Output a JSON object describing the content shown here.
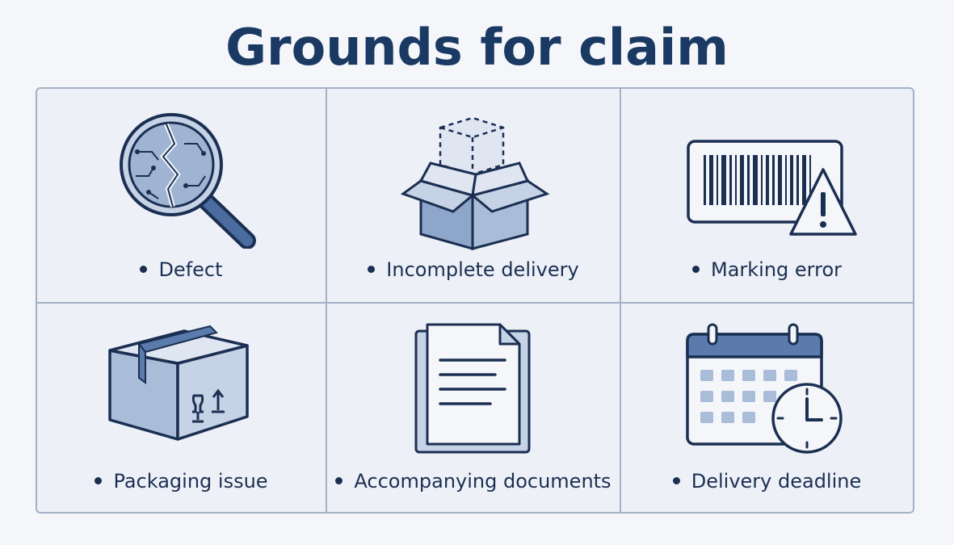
{
  "title": "Grounds for claim",
  "items": [
    {
      "label": "Defect",
      "icon": "magnifier-cracked-circuit-icon"
    },
    {
      "label": "Incomplete delivery",
      "icon": "open-box-missing-item-icon"
    },
    {
      "label": "Marking error",
      "icon": "barcode-warning-icon"
    },
    {
      "label": "Packaging issue",
      "icon": "taped-box-icon"
    },
    {
      "label": "Accompanying documents",
      "icon": "documents-icon"
    },
    {
      "label": "Delivery deadline",
      "icon": "calendar-clock-icon"
    }
  ],
  "colors": {
    "navy": "#1b2f52",
    "title": "#1b3a63",
    "fill_light": "#c6d3e6",
    "fill_mid": "#8ea6c9",
    "border": "#a3b1c6"
  }
}
